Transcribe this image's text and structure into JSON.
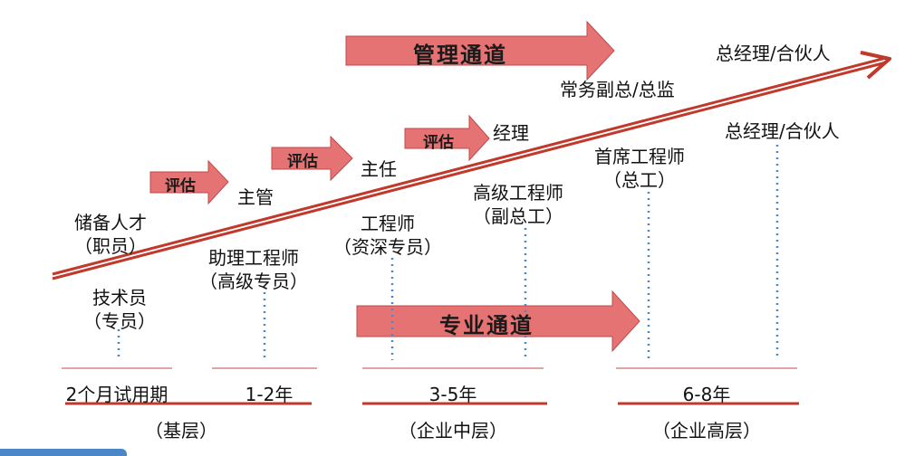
{
  "colors": {
    "arrow_fill": "#E57373",
    "arrow_stroke": "#C04848",
    "axis_line": "#C0392B",
    "dotted_line": "#4A86C8",
    "bracket_line": "#C04848"
  },
  "paths": {
    "management": "管理通道",
    "professional": "专业通道",
    "evaluate": "评估"
  },
  "positions": {
    "reserve_talent": {
      "line1": "储备人才",
      "line2": "（职员）"
    },
    "supervisor": "主管",
    "director": "主任",
    "manager": "经理",
    "vp_director": "常务副总/总监",
    "gm_partner_top": "总经理/合伙人",
    "technician": {
      "line1": "技术员",
      "line2": "（专员）"
    },
    "assistant_engineer": {
      "line1": "助理工程师",
      "line2": "（高级专员）"
    },
    "engineer": {
      "line1": "工程师",
      "line2": "（资深专员）"
    },
    "senior_engineer": {
      "line1": "高级工程师",
      "line2": "（副总工）"
    },
    "chief_engineer": {
      "line1": "首席工程师",
      "line2": "（总工）"
    },
    "gm_partner_prof": "总经理/合伙人"
  },
  "periods": [
    "2个月试用期",
    "1-2年",
    "3-5年",
    "6-8年"
  ],
  "stages": {
    "basic": "（基层）",
    "middle": "（企业中层）",
    "senior": "（企业高层）"
  }
}
